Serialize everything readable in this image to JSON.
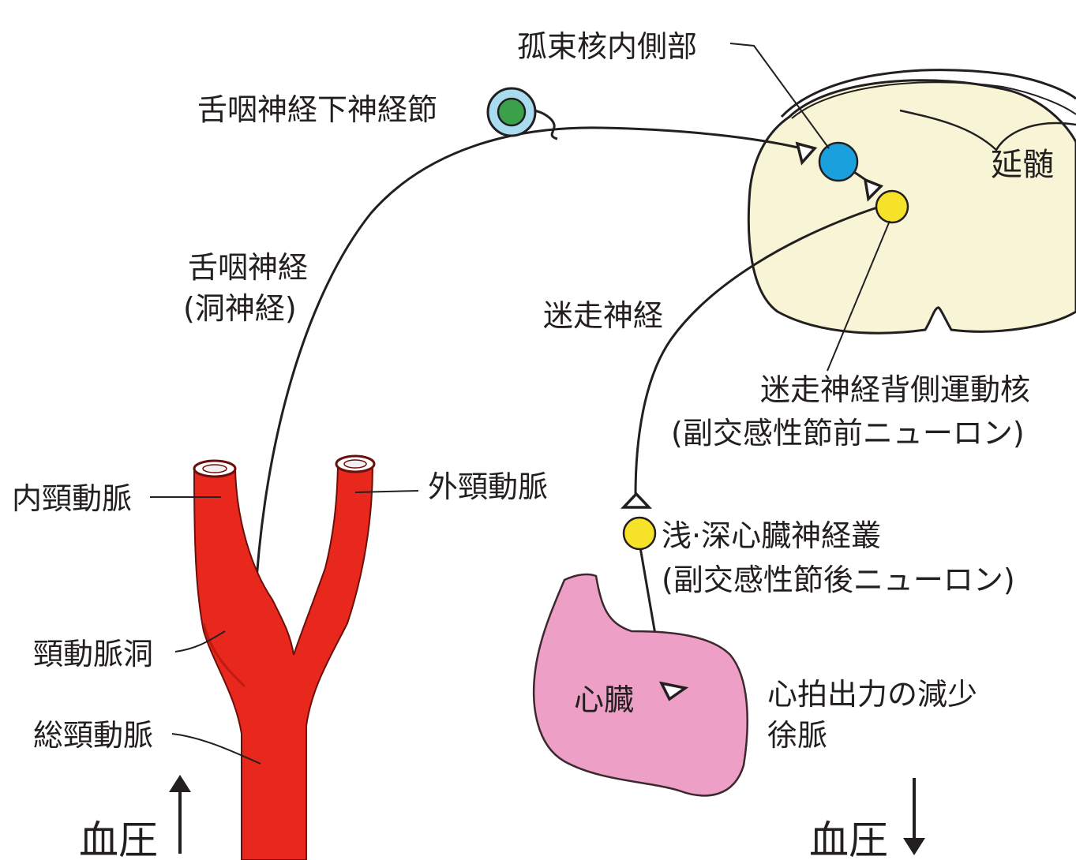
{
  "labels": {
    "medulla": "延髄",
    "nts": "孤束核内側部",
    "petrosal_ganglion": "舌咽神経下神経節",
    "glossopharyngeal_1": "舌咽神経",
    "glossopharyngeal_2": "(洞神経)",
    "vagus": "迷走神経",
    "dmv_1": "迷走神経背側運動核",
    "dmv_2": "(副交感性節前ニューロン)",
    "plexus_1": "浅·深心臓神経叢",
    "plexus_2": "(副交感性節後ニューロン)",
    "ica": "内頸動脈",
    "eca": "外頸動脈",
    "carotid_sinus": "頸動脈洞",
    "cca": "総頸動脈",
    "heart": "心臓",
    "effect_1": "心拍出力の減少",
    "effect_2": "徐脈",
    "bp_left": "血圧",
    "bp_right": "血圧"
  },
  "arrows": {
    "bp_left_direction": "up",
    "bp_right_direction": "down"
  },
  "colors": {
    "artery": "#e8281d",
    "artery_outline": "#6b0f0a",
    "medulla_fill": "#f8f5d6",
    "nts_neuron": "#1aa0dc",
    "dmv_neuron": "#f7e22a",
    "ganglion_outer": "#a9dcef",
    "ganglion_inner": "#3aa14a",
    "heart_fill": "#ee9fc6",
    "heart_outline": "#3a2a30",
    "line": "#231f20"
  },
  "icons": [
    "up-arrow-icon",
    "down-arrow-icon",
    "synapse-terminal-icon"
  ]
}
